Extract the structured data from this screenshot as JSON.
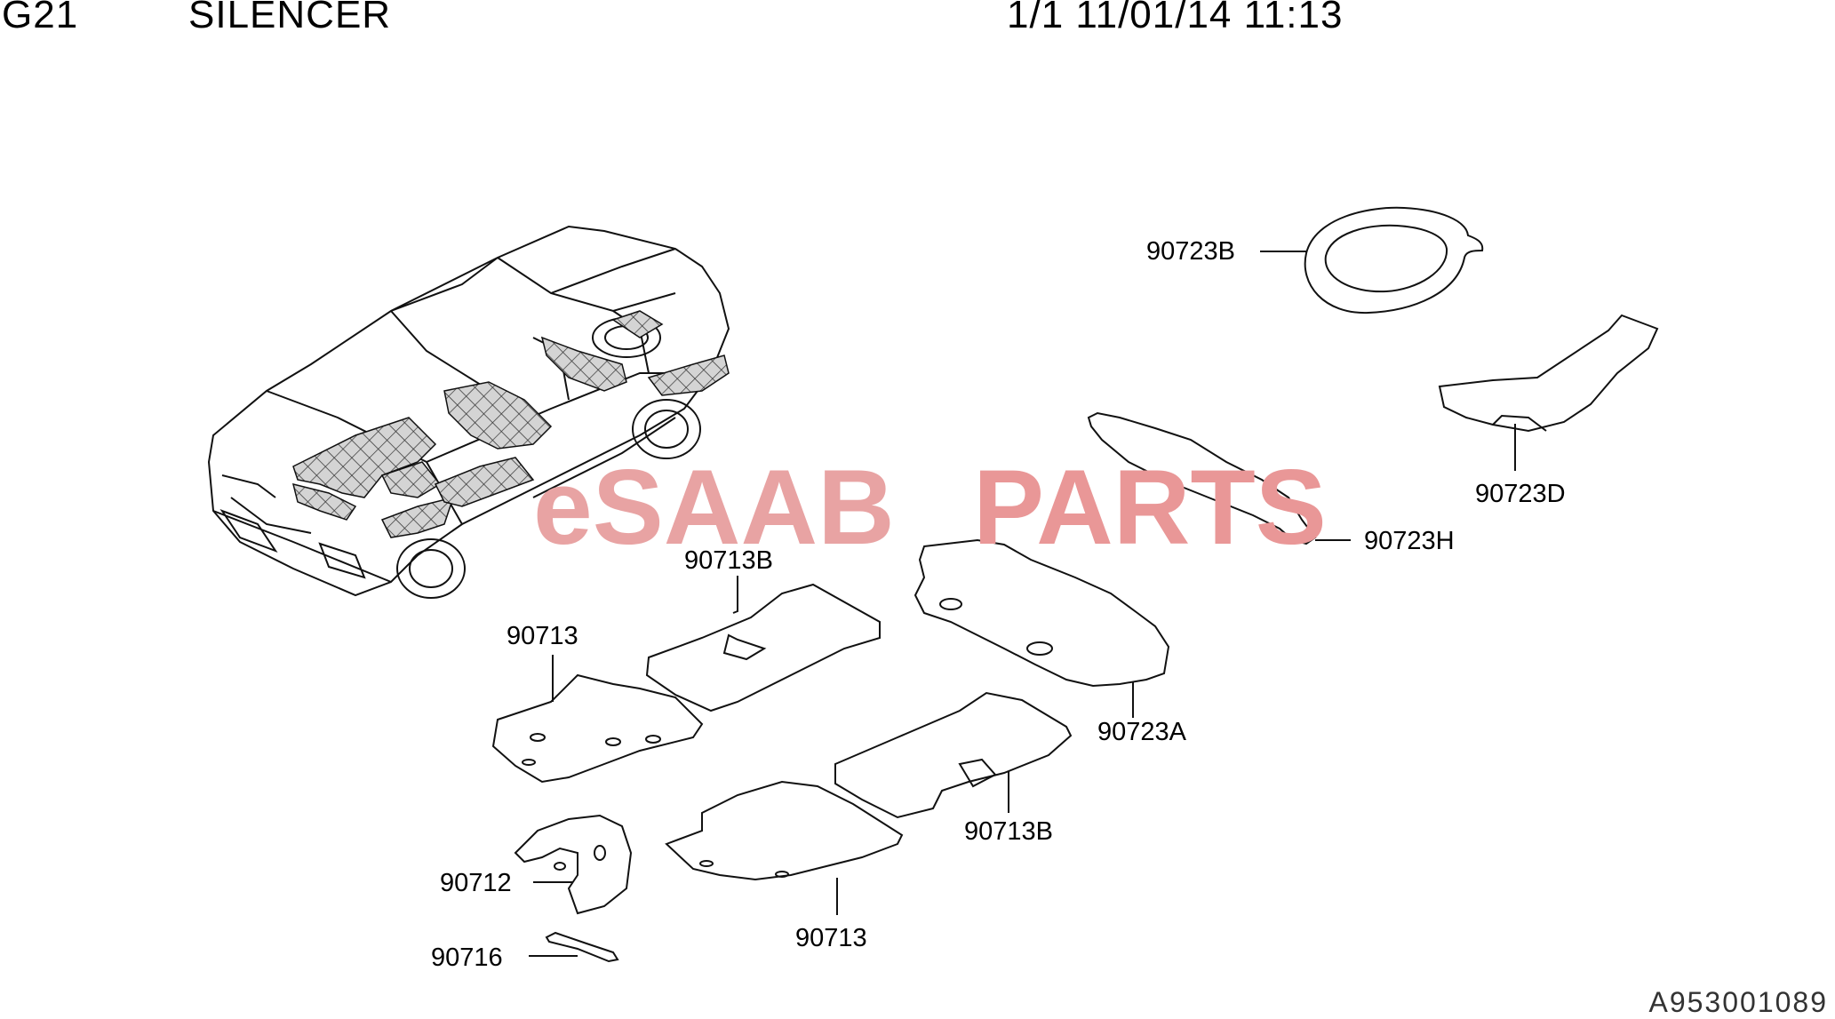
{
  "header": {
    "code": "G21",
    "title": "SILENCER",
    "page_info": "1/1 11/01/14 11:13"
  },
  "watermark": {
    "prefix": "eSAAB",
    "suffix": "PARTS",
    "prefix_color": "#e8a3a3",
    "suffix_color": "#e99797"
  },
  "callouts": {
    "c_90723B": "90723B",
    "c_90723D": "90723D",
    "c_90723H": "90723H",
    "c_90713B_top": "90713B",
    "c_90713_left": "90713",
    "c_90723A": "90723A",
    "c_90713B_bottom": "90713B",
    "c_90712": "90712",
    "c_90713_bottom": "90713",
    "c_90716": "90716"
  },
  "reference_number": "A953001089"
}
